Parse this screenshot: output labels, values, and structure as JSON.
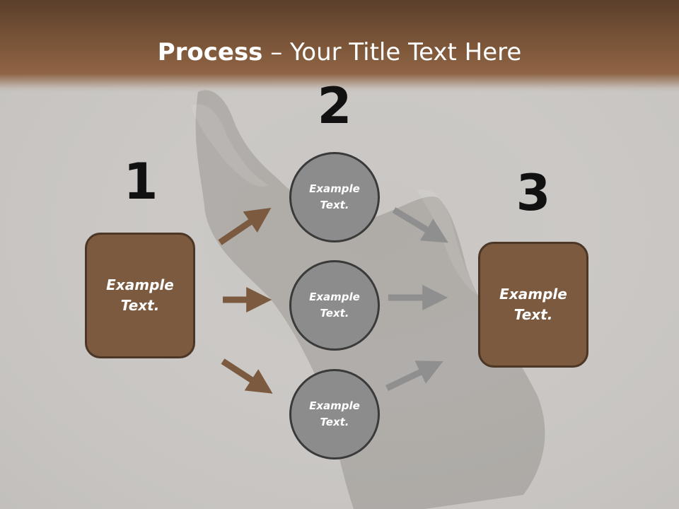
{
  "title": {
    "bold": "Process",
    "rest": " – Your Title Text Here"
  },
  "steps": [
    {
      "number": "1",
      "box_text": [
        "Example",
        "Text."
      ]
    },
    {
      "number": "2",
      "circles": [
        [
          "Example",
          "Text."
        ],
        [
          "Example",
          "Text."
        ],
        [
          "Example",
          "Text."
        ]
      ]
    },
    {
      "number": "3",
      "box_text": [
        "Example",
        "Text."
      ]
    }
  ],
  "colors": {
    "header": "#7a5438",
    "box_fill": "#7b5a40",
    "box_border": "#4c3625",
    "circle_fill": "#8c8c8c",
    "arrow_brown": "#7b5a40",
    "arrow_gray": "#8f8f8f"
  }
}
